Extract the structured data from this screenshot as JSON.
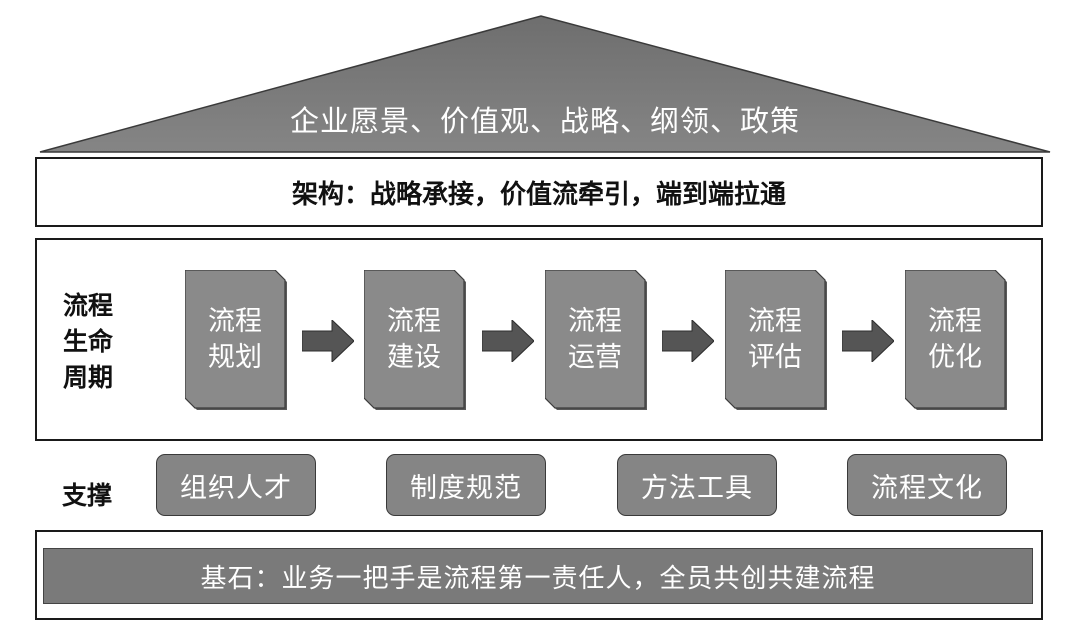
{
  "roof": {
    "text": "企业愿景、价值观、战略、纲领、政策"
  },
  "architecture": {
    "text": "架构：战略承接，价值流牵引，端到端拉通"
  },
  "lifecycle": {
    "label_lines": [
      "流程",
      "生命",
      "周期"
    ],
    "steps": [
      {
        "line1": "流程",
        "line2": "规划"
      },
      {
        "line1": "流程",
        "line2": "建设"
      },
      {
        "line1": "流程",
        "line2": "运营"
      },
      {
        "line1": "流程",
        "line2": "评估"
      },
      {
        "line1": "流程",
        "line2": "优化"
      }
    ]
  },
  "support": {
    "label": "支撑",
    "items": [
      "组织人才",
      "制度规范",
      "方法工具",
      "流程文化"
    ]
  },
  "foundation": {
    "text": "基石：业务一把手是流程第一责任人，全员共创共建流程"
  },
  "colors": {
    "roof": "#7d7d7d",
    "step": "#8a8a8a",
    "arrow": "#555555",
    "pill": "#858585",
    "foundation": "#7a7a7a"
  }
}
